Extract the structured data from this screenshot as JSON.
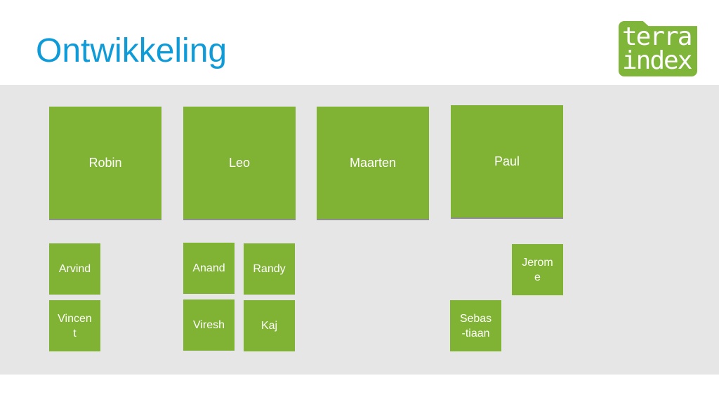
{
  "slide": {
    "title": "Ontwikkeling"
  },
  "logo": {
    "line1": "terra",
    "line2": "index"
  },
  "people": {
    "robin": "Robin",
    "leo": "Leo",
    "maarten": "Maarten",
    "paul": "Paul",
    "arvind": "Arvind",
    "anand": "Anand",
    "randy": "Randy",
    "jerome": "Jerom\ne",
    "vincent": "Vincen\nt",
    "viresh": "Viresh",
    "kaj": "Kaj",
    "sebastiaan": "Sebas\n-tiaan"
  },
  "colors": {
    "title": "#0f9bd7",
    "tile": "#80b334",
    "band": "#e6e6e6",
    "logo": "#7fb539"
  }
}
